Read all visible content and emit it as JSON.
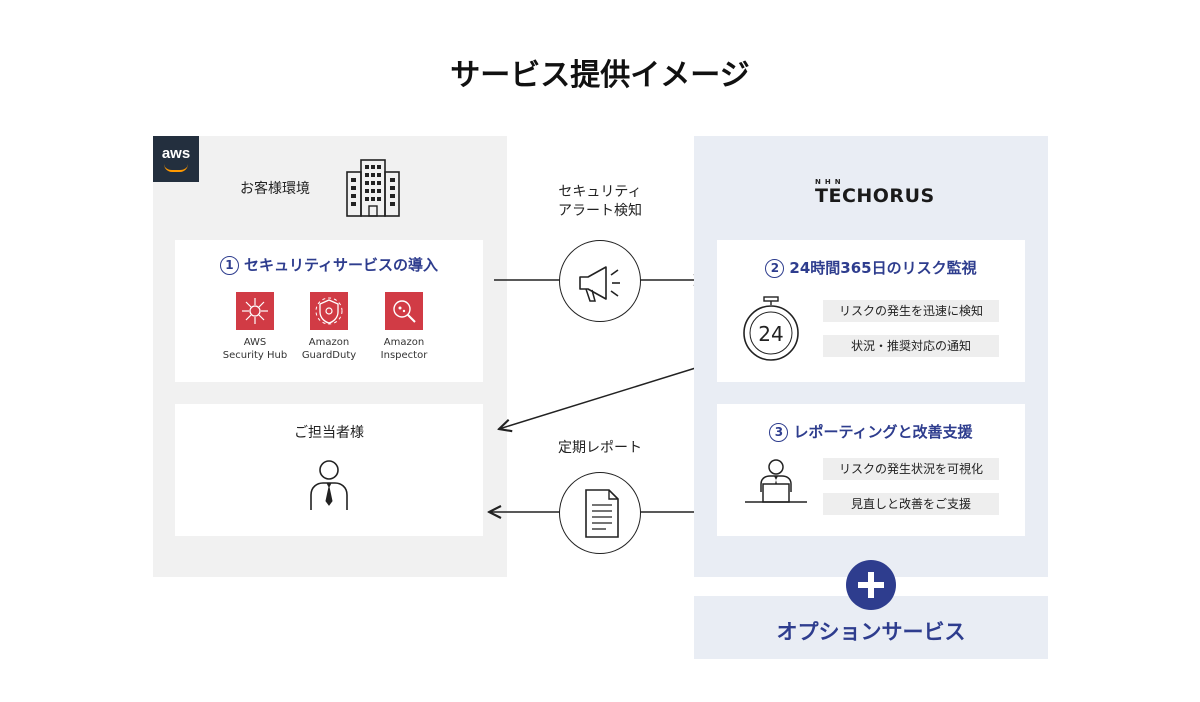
{
  "title": "サービス提供イメージ",
  "customer": {
    "badge": "aws",
    "env_label": "お客様環境",
    "step1": {
      "num": "1",
      "title": "セキュリティサービスの導入",
      "services": [
        {
          "line1": "AWS",
          "line2": "Security Hub",
          "icon": "security-hub-icon"
        },
        {
          "line1": "Amazon",
          "line2": "GuardDuty",
          "icon": "guardduty-icon"
        },
        {
          "line1": "Amazon",
          "line2": "Inspector",
          "icon": "inspector-icon"
        }
      ]
    },
    "contact": {
      "title": "ご担当者様",
      "icon": "person-icon"
    }
  },
  "flows": {
    "alert": {
      "line1": "セキュリティ",
      "line2": "アラート検知",
      "icon": "megaphone-icon"
    },
    "report": {
      "label": "定期レポート",
      "icon": "document-icon"
    }
  },
  "provider": {
    "logo_small": "NHN",
    "logo_name": "TECHORUS",
    "step2": {
      "num": "2",
      "title": "24時間365日のリスク監視",
      "clock_text": "24",
      "items": [
        "リスクの発生を迅速に検知",
        "状況・推奨対応の通知"
      ]
    },
    "step3": {
      "num": "3",
      "title": "レポーティングと改善支援",
      "items": [
        "リスクの発生状況を可視化",
        "見直しと改善をご支援"
      ]
    }
  },
  "option": {
    "label": "オプションサービス"
  },
  "colors": {
    "accent": "#2e3d8e",
    "aws_dark": "#232f3e",
    "aws_orange": "#ff9900",
    "service_red": "#d13b45"
  }
}
